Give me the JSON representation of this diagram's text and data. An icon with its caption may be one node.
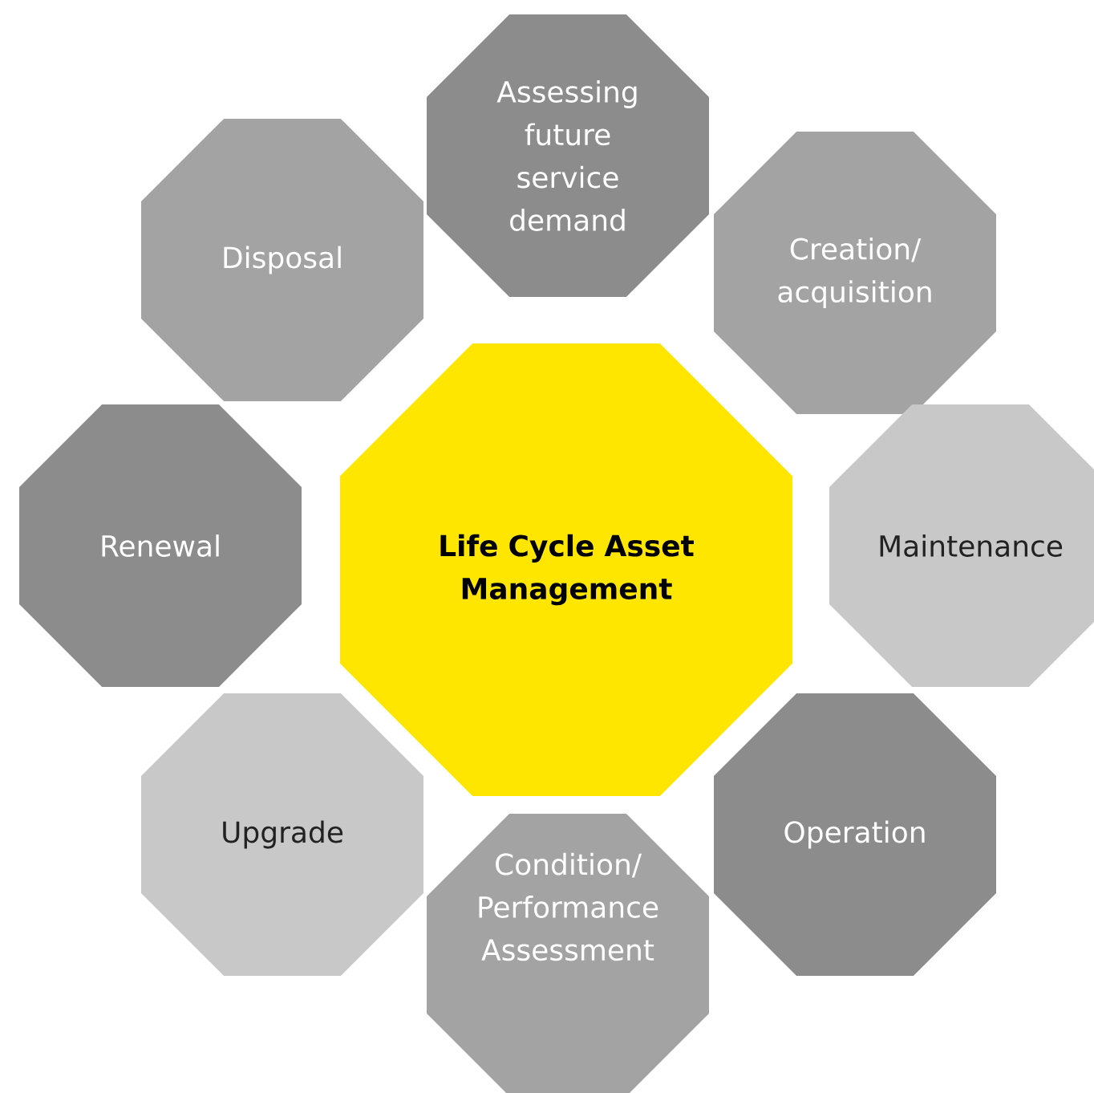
{
  "diagram": {
    "nodes": [
      {
        "text": [
          "Life Cycle Asset Management"
        ]
      },
      {
        "text": [
          "Assessing future service demand"
        ]
      },
      {
        "text": [
          "Creation/ acquisition"
        ]
      },
      {
        "text": [
          "Maintenance"
        ]
      },
      {
        "text": [
          "Operation"
        ]
      },
      {
        "text": [
          "Condition/ Performance Assessment"
        ]
      },
      {
        "text": [
          "Upgrade"
        ]
      },
      {
        "text": [
          "Renewal"
        ]
      },
      {
        "text": [
          "Disposal"
        ]
      }
    ]
  }
}
